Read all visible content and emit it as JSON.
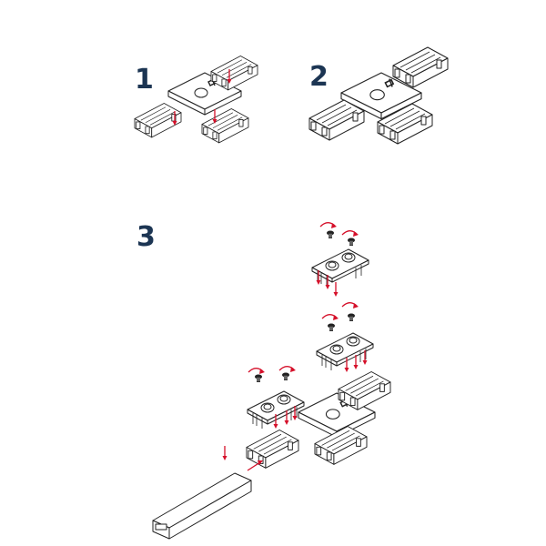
{
  "diagram": {
    "type": "assembly-instructions",
    "subject": "T-shaped LED strip connector",
    "accent_color": "#d5102a",
    "number_color": "#1c3553",
    "steps": [
      {
        "label": "1",
        "description": "T-connector base with three clip housings; red arrows indicate pushing strips into the contacts"
      },
      {
        "label": "2",
        "description": "T-connector base with clips assembled"
      },
      {
        "label": "3",
        "description": "Exploded view: three clip covers with two screws each are lowered onto the T-connector; a strip profile is inserted into the left housing"
      }
    ]
  }
}
